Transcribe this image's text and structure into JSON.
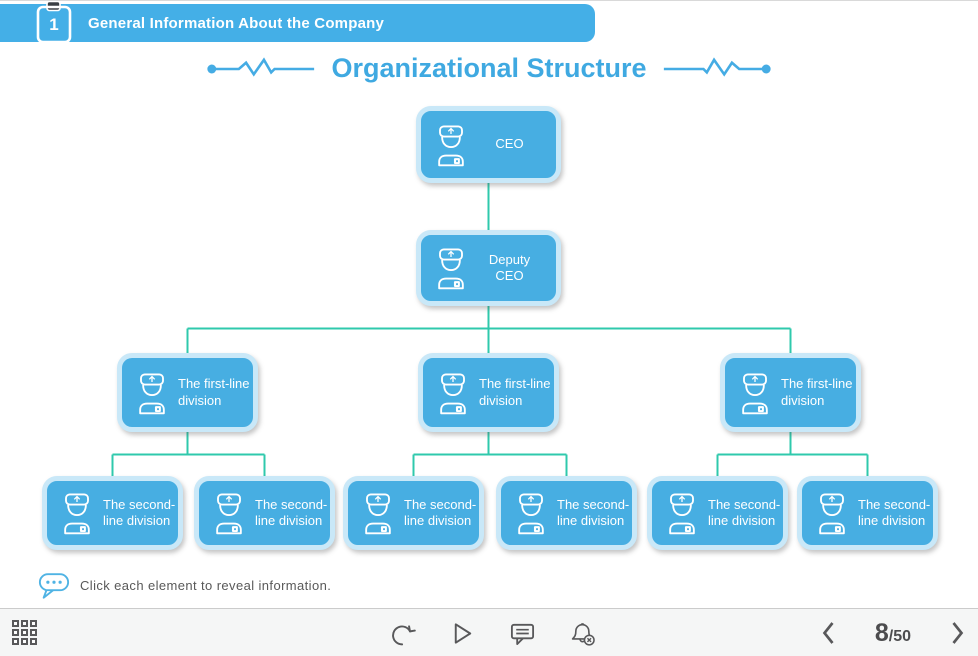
{
  "header": {
    "badge_number": "1",
    "title": "General Information About the Company"
  },
  "slide": {
    "title": "Organizational Structure",
    "instruction": "Click each element to reveal information."
  },
  "orgchart": {
    "nodes": [
      {
        "label": "CEO"
      },
      {
        "label": "Deputy CEO"
      },
      {
        "label": "The first-line division"
      },
      {
        "label": "The first-line division"
      },
      {
        "label": "The first-line division"
      },
      {
        "label": "The second-line division"
      },
      {
        "label": "The second-line division"
      },
      {
        "label": "The second-line division"
      },
      {
        "label": "The second-line division"
      },
      {
        "label": "The second-line division"
      },
      {
        "label": "The second-line division"
      }
    ]
  },
  "player": {
    "page": {
      "current": "8",
      "separator": "/",
      "total": "50"
    }
  },
  "icons": {
    "header_badge": "clipboard-icon",
    "org_node": "officer-avatar-icon",
    "note": "speech-bubble-icon",
    "player": [
      "menu-grid-icon",
      "replay-icon",
      "play-icon",
      "comments-icon",
      "notifications-muted-icon",
      "chevron-left-icon",
      "chevron-right-icon"
    ]
  },
  "colors": {
    "banner_blue": "#44AFE7",
    "title_blue": "#3FA9E1",
    "box_fill": "#47AEE2",
    "box_glow": "#C9E8F8",
    "connector_teal": "#2FC9AC",
    "player_icon_gray": "#58585a"
  }
}
